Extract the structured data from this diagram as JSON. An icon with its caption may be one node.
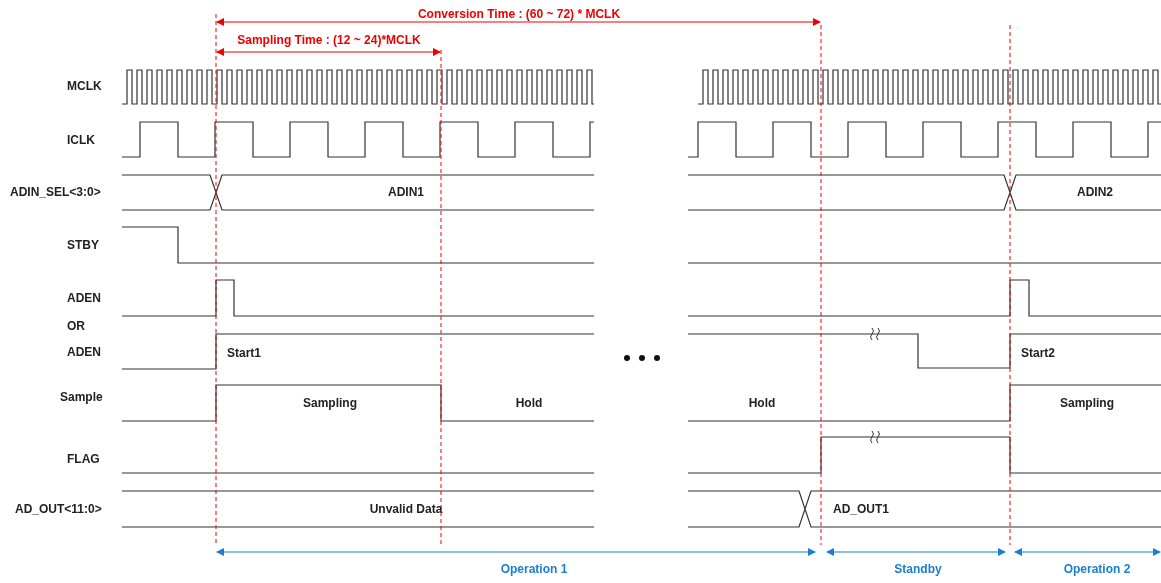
{
  "diagram": {
    "labels": [
      "Conversion Time : (60 ~ 72) * MCLK",
      "Sampling Time : (12 ~ 24)*MCLK",
      "MCLK",
      "ICLK",
      "ADIN_SEL<3:0>",
      "ADIN1",
      "ADIN2",
      "STBY",
      "ADEN",
      "OR",
      "ADEN",
      "Start1",
      "Start2",
      "Sample",
      "Sampling",
      "Hold",
      "Hold",
      "Sampling",
      "FLAG",
      "AD_OUT<11:0>",
      "Unvalid Data",
      "AD_OUT1",
      "Operation 1",
      "Standby",
      "Operation 2"
    ]
  }
}
